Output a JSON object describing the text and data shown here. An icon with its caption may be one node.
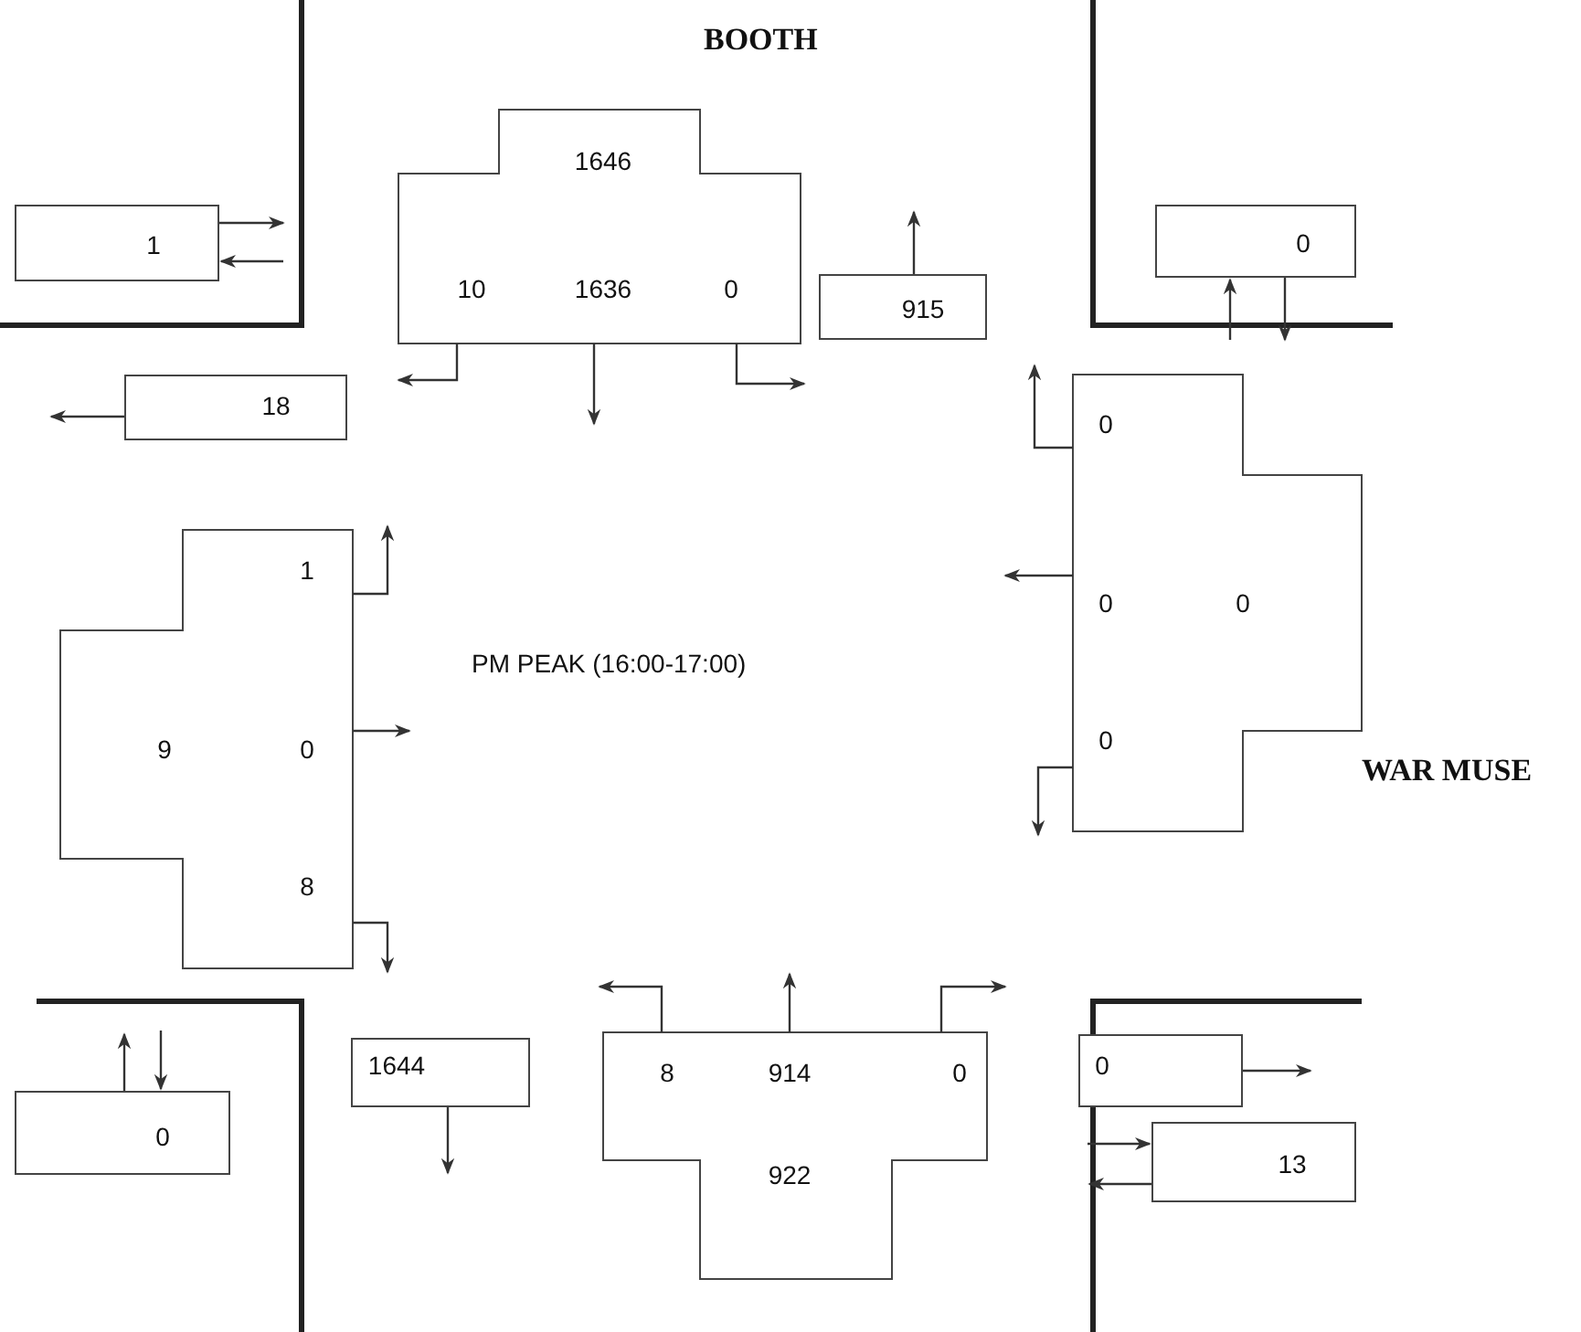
{
  "diagram": {
    "nodes": [
      {
        "text": [
          "1"
        ]
      },
      {
        "text": [
          "1646",
          "10",
          "1636",
          "0"
        ]
      },
      {
        "text": [
          "915"
        ]
      },
      {
        "text": [
          "0"
        ]
      },
      {
        "text": [
          "18"
        ]
      },
      {
        "text": [
          "1",
          "9",
          "0",
          "8"
        ]
      },
      {
        "text": [
          "0",
          "0",
          "0",
          "0"
        ]
      },
      {
        "text": [
          "0"
        ]
      },
      {
        "text": [
          "8",
          "914",
          "0",
          "922"
        ]
      },
      {
        "text": [
          "1644"
        ]
      },
      {
        "text": [
          "0"
        ]
      },
      {
        "text": [
          "13"
        ]
      }
    ],
    "edges": [
      {
        "from": 0,
        "to": null,
        "arrow": "to"
      },
      {
        "from": null,
        "to": 0,
        "arrow": "to"
      },
      {
        "from": 1,
        "to": null,
        "arrow": "to"
      },
      {
        "from": 1,
        "to": null,
        "arrow": "to"
      },
      {
        "from": 1,
        "to": null,
        "arrow": "to"
      },
      {
        "from": 2,
        "to": null,
        "arrow": "to"
      },
      {
        "from": null,
        "to": 3,
        "arrow": "to"
      },
      {
        "from": 3,
        "to": null,
        "arrow": "to"
      },
      {
        "from": 4,
        "to": null,
        "arrow": "to"
      },
      {
        "from": 5,
        "to": null,
        "arrow": "to"
      },
      {
        "from": 5,
        "to": null,
        "arrow": "to"
      },
      {
        "from": 5,
        "to": null,
        "arrow": "to"
      },
      {
        "from": 6,
        "to": null,
        "arrow": "to"
      },
      {
        "from": 6,
        "to": null,
        "arrow": "to"
      },
      {
        "from": 6,
        "to": null,
        "arrow": "to"
      },
      {
        "from": 7,
        "to": null,
        "arrow": "to"
      },
      {
        "from": 8,
        "to": null,
        "arrow": "to"
      },
      {
        "from": 8,
        "to": null,
        "arrow": "to"
      },
      {
        "from": 8,
        "to": null,
        "arrow": "to"
      },
      {
        "from": 9,
        "to": null,
        "arrow": "to"
      },
      {
        "from": 10,
        "to": null,
        "arrow": "to"
      },
      {
        "from": null,
        "to": 10,
        "arrow": "to"
      },
      {
        "from": null,
        "to": 11,
        "arrow": "to"
      },
      {
        "from": 11,
        "to": null,
        "arrow": "to"
      }
    ],
    "labels": [
      "BOOTH",
      "PM PEAK (16:00-17:00)",
      "WAR MUSE"
    ]
  }
}
